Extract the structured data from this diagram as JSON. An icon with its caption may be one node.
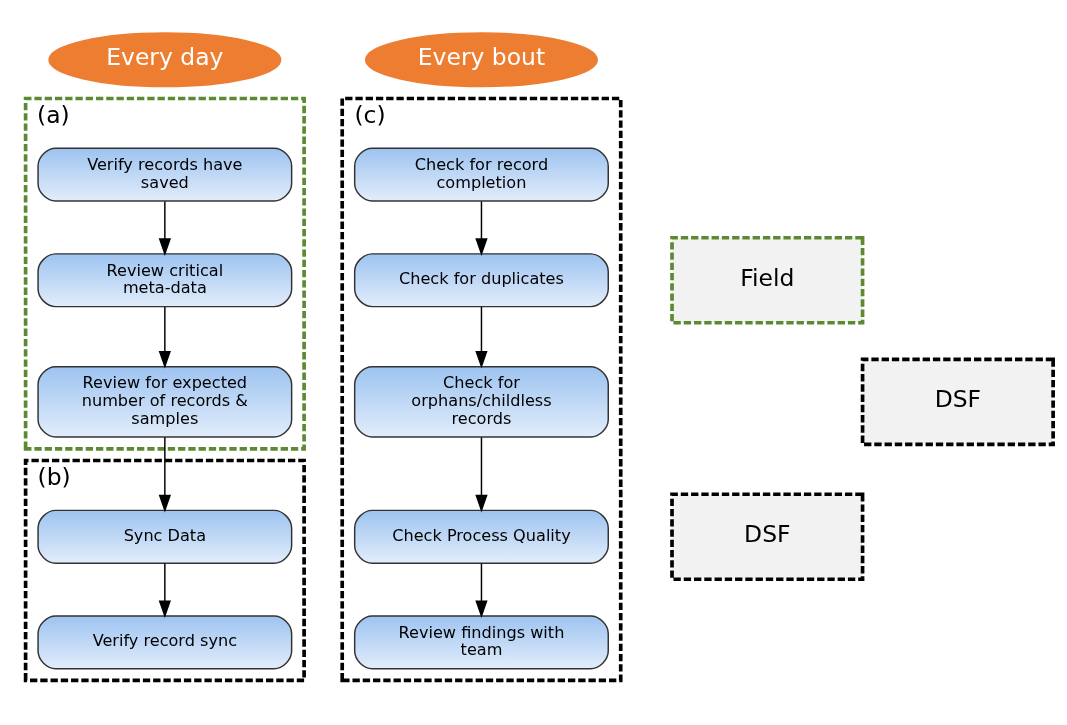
{
  "diagram": {
    "nodes": [
      {
        "text": [
          "Every day"
        ]
      },
      {
        "text": [
          "Every bout"
        ]
      },
      {
        "text": [
          "Field"
        ]
      },
      {
        "text": [
          "(a)"
        ]
      },
      {
        "text": [
          "Verify records have saved"
        ],
        "in": 3
      },
      {
        "text": [
          "Review critical meta-data"
        ],
        "in": 3
      },
      {
        "text": [
          "Review for expected number of records & samples"
        ],
        "in": 3
      },
      {
        "text": [
          "DSF"
        ]
      },
      {
        "text": [
          "(b)"
        ]
      },
      {
        "text": [
          "Sync Data"
        ],
        "in": 8
      },
      {
        "text": [
          "Verify record sync"
        ],
        "in": 8
      },
      {
        "text": [
          "DSF"
        ]
      },
      {
        "text": [
          "(c)"
        ]
      },
      {
        "text": [
          "Check for record completion"
        ],
        "in": 12
      },
      {
        "text": [
          "Check for duplicates"
        ],
        "in": 12
      },
      {
        "text": [
          "Check for orphans/childless records"
        ],
        "in": 12
      },
      {
        "text": [
          "Check Process Quality"
        ],
        "in": 12
      },
      {
        "text": [
          "Review findings with team"
        ],
        "in": 12
      }
    ],
    "edges": [
      {
        "from": 4,
        "to": 5,
        "arrow": "to"
      },
      {
        "from": 5,
        "to": 6,
        "arrow": "to"
      },
      {
        "from": 6,
        "to": 9,
        "arrow": "to"
      },
      {
        "from": 9,
        "to": 10,
        "arrow": "to"
      },
      {
        "from": 13,
        "to": 14,
        "arrow": "to"
      },
      {
        "from": 14,
        "to": 15,
        "arrow": "to"
      },
      {
        "from": 15,
        "to": 16,
        "arrow": "to"
      },
      {
        "from": 16,
        "to": 17,
        "arrow": "to"
      }
    ]
  }
}
